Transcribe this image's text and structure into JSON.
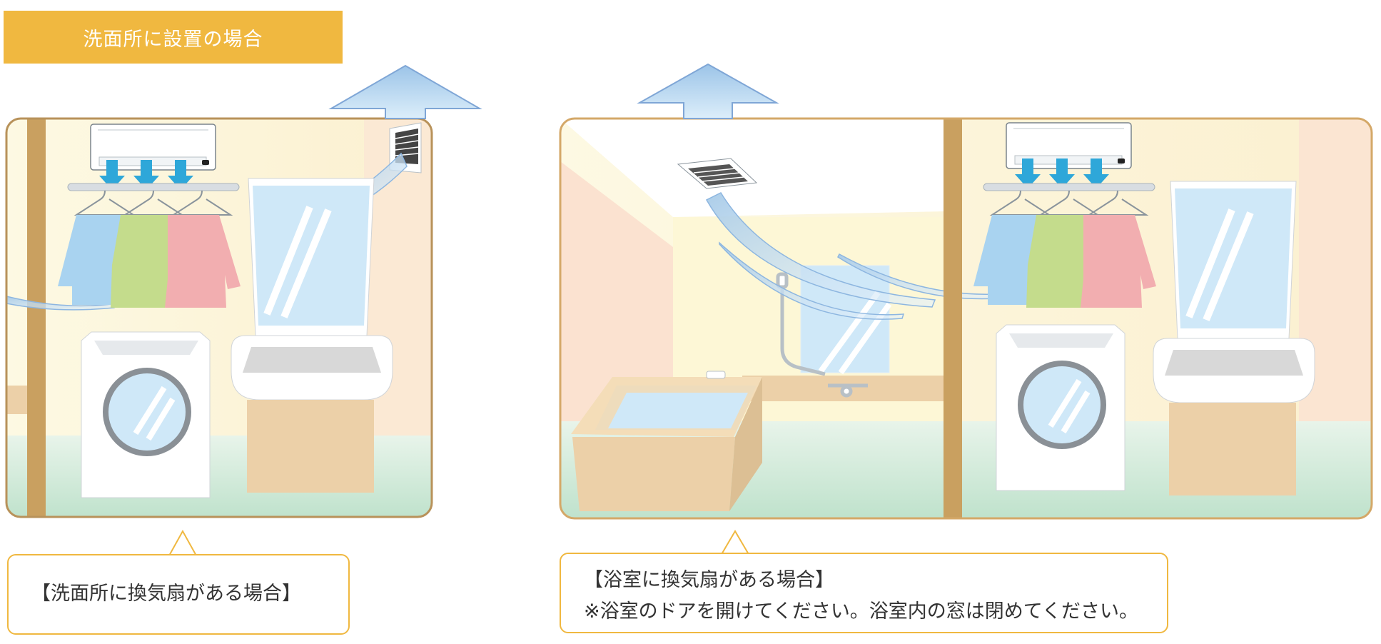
{
  "header": {
    "title": "洗面所に設置の場合"
  },
  "captions": {
    "left": {
      "line1": "【洗面所に換気扇がある場合】"
    },
    "right": {
      "line1": "【浴室に換気扇がある場合】",
      "line2": "※浴室のドアを開けてください。浴室内の窓は閉めてください。"
    }
  },
  "colors": {
    "banner": "#f0b840",
    "panel_border": "#b8925a",
    "caption_border": "#f0b840",
    "airflow": "#a8cbe8",
    "wall": "#fbf7dc",
    "floor": "#cfe8d8",
    "pillar": "#c9a060",
    "shirt_blue": "#a9d3f0",
    "shirt_green": "#c4dc8c",
    "shirt_pink": "#f2aeb0",
    "mirror": "#cfe8f8",
    "cabinet": "#ecd0a8",
    "down_arrows": "#2ea7d9"
  },
  "icons": [
    "dryer-unit-icon",
    "ventilation-fan-icon",
    "washing-machine-icon",
    "washbasin-icon",
    "bathtub-icon",
    "shower-icon",
    "clothes-hanger-icon",
    "airflow-arrow-icon"
  ]
}
